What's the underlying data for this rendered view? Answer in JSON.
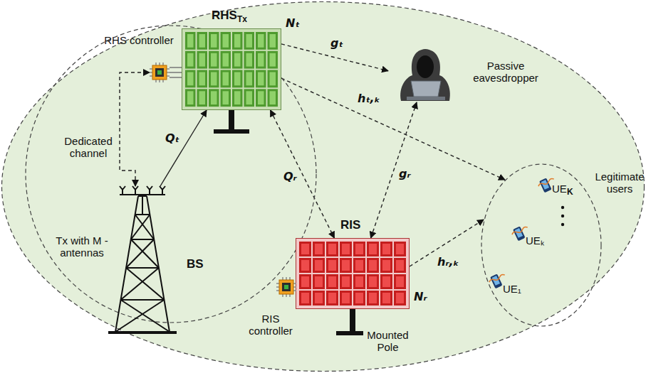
{
  "diagram": {
    "nodes": [
      {
        "text": [
          "BS"
        ]
      },
      {
        "text": [
          "RHS controller"
        ],
        "in": 0
      },
      {
        "text": [
          "RHS",
          "Tx",
          "Nₜ"
        ],
        "in": 0
      },
      {
        "text": [
          "Tx with M - antennas"
        ],
        "in": 0
      },
      {
        "text": [
          "Passive eavesdropper"
        ]
      },
      {
        "text": [
          "RIS",
          "Nᵣ",
          "Mounted Pole"
        ]
      },
      {
        "text": [
          "RIS controller"
        ]
      },
      {
        "text": [
          "Legitimate users"
        ]
      }
    ],
    "edges": [
      {
        "from": 3,
        "to": 2,
        "label": "Qₜ",
        "arrow": "to"
      },
      {
        "from": 3,
        "to": 1,
        "label": "Dedicated channel",
        "arrow": "both"
      },
      {
        "from": 2,
        "to": 4,
        "label": "gₜ",
        "arrow": "to"
      },
      {
        "from": 2,
        "to": 7,
        "label": "hₜ,ₖ",
        "arrow": "to"
      },
      {
        "from": 2,
        "to": 5,
        "label": "Qᵣ",
        "arrow": "both"
      },
      {
        "from": 5,
        "to": 4,
        "label": "gᵣ",
        "arrow": "both"
      },
      {
        "from": 5,
        "to": 7,
        "label": "hᵣ,ₖ",
        "arrow": "to"
      }
    ],
    "labels": [
      "UE",
      "K",
      "UEₖ",
      "UE₁"
    ]
  }
}
